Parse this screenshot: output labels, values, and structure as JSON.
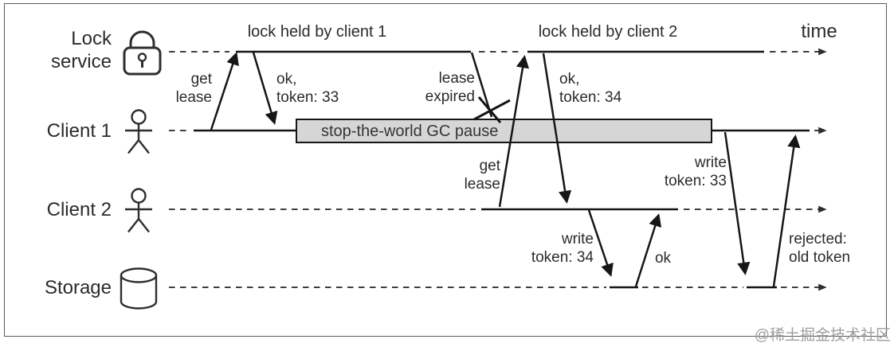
{
  "actors": {
    "lock_service": {
      "label": "Lock\nservice",
      "icon": "padlock-icon"
    },
    "client1": {
      "label": "Client 1",
      "icon": "person-icon"
    },
    "client2": {
      "label": "Client 2",
      "icon": "person-icon"
    },
    "storage": {
      "label": "Storage",
      "icon": "database-cylinder-icon"
    }
  },
  "top": {
    "lock_held_by_client1": "lock held by client 1",
    "lock_held_by_client2": "lock held by client 2",
    "time": "time"
  },
  "events": {
    "get_lease_c1": "get\nlease",
    "ok_token_33": "ok,\ntoken: 33",
    "lease_expired": "lease\nexpired",
    "get_lease_c2": "get\nlease",
    "ok_token_34": "ok,\ntoken: 34",
    "gc_pause": "stop-the-world GC pause",
    "write_token_34": "write\ntoken: 34",
    "ok_write": "ok",
    "write_token_33": "write\ntoken: 33",
    "rejected_old_token": "rejected:\nold token"
  },
  "watermark": "@稀土掘金技术社区",
  "colors": {
    "line": "#161616",
    "dashed_line": "#3f3f3f",
    "gc_box_fill": "#d6d6d6",
    "text": "#2b2b2b",
    "frame_border": "#5a5a5a",
    "watermark": "#9e9e9e",
    "background": "#ffffff"
  }
}
